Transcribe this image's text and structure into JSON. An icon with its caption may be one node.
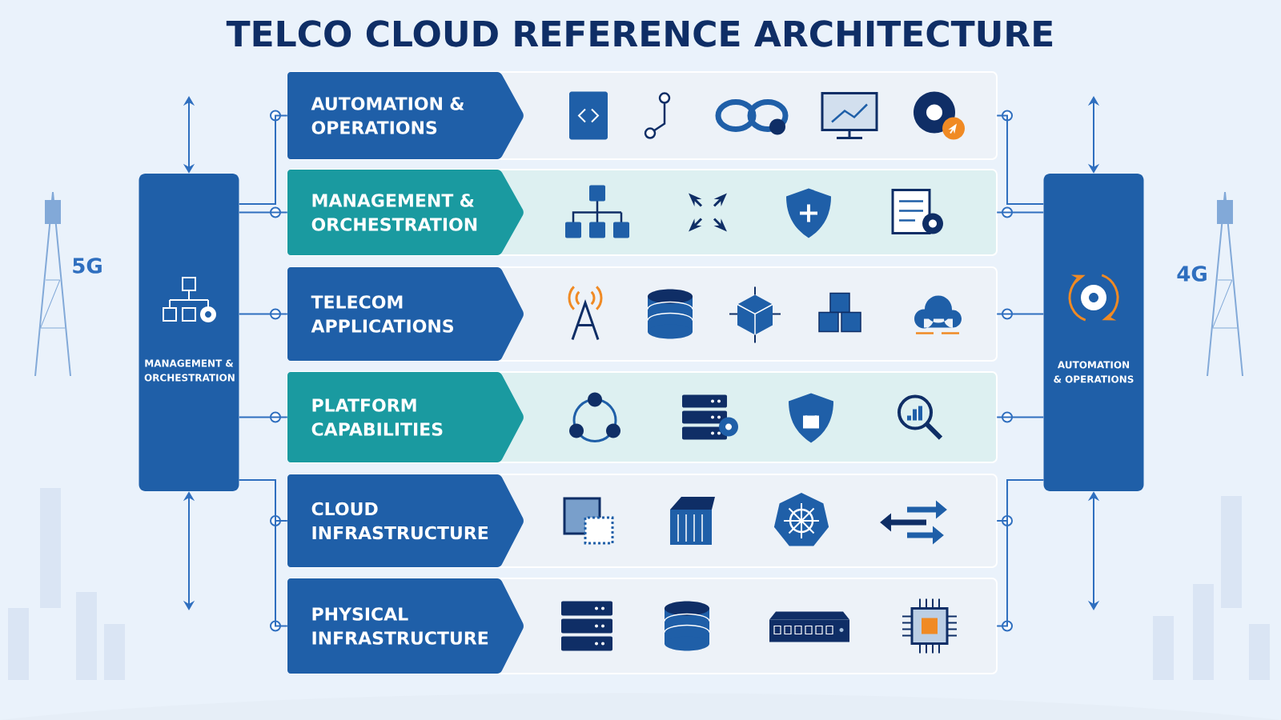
{
  "diagram": {
    "title": "TELCO CLOUD REFERENCE ARCHITECTURE",
    "nodes": [
      {
        "text": [
          "AUTOMATION & OPERATIONS"
        ]
      },
      {
        "text": [
          "MANAGEMENT & ORCHESTRATION"
        ]
      },
      {
        "text": [
          "TELECOM APPLICATIONS"
        ]
      },
      {
        "text": [
          "PLATFORM CAPABILITIES"
        ]
      },
      {
        "text": [
          "CLOUD INFRASTRUCTURE"
        ]
      },
      {
        "text": [
          "PHYSICAL INFRASTRUCTURE"
        ]
      },
      {
        "text": [
          "MANAGEMENT & ORCHESTRATION"
        ]
      },
      {
        "text": [
          "AUTOMATION & OPERATIONS"
        ]
      }
    ],
    "edges": [
      {
        "from": 6,
        "to": 0,
        "arrow": "none"
      },
      {
        "from": 6,
        "to": 1,
        "arrow": "none"
      },
      {
        "from": 6,
        "to": 2,
        "arrow": "none"
      },
      {
        "from": 6,
        "to": 3,
        "arrow": "none"
      },
      {
        "from": 6,
        "to": 4,
        "arrow": "none"
      },
      {
        "from": 6,
        "to": 5,
        "arrow": "none"
      },
      {
        "from": 7,
        "to": 0,
        "arrow": "none"
      },
      {
        "from": 7,
        "to": 1,
        "arrow": "none"
      },
      {
        "from": 7,
        "to": 2,
        "arrow": "none"
      },
      {
        "from": 7,
        "to": 3,
        "arrow": "none"
      },
      {
        "from": 7,
        "to": 4,
        "arrow": "none"
      },
      {
        "from": 7,
        "to": 5,
        "arrow": "none"
      },
      {
        "from": null,
        "to": 6,
        "arrow": "both"
      },
      {
        "from": null,
        "to": 6,
        "arrow": "both"
      },
      {
        "from": null,
        "to": 7,
        "arrow": "both"
      },
      {
        "from": null,
        "to": 7,
        "arrow": "both"
      }
    ],
    "labels": [
      "5G",
      "4G"
    ]
  }
}
